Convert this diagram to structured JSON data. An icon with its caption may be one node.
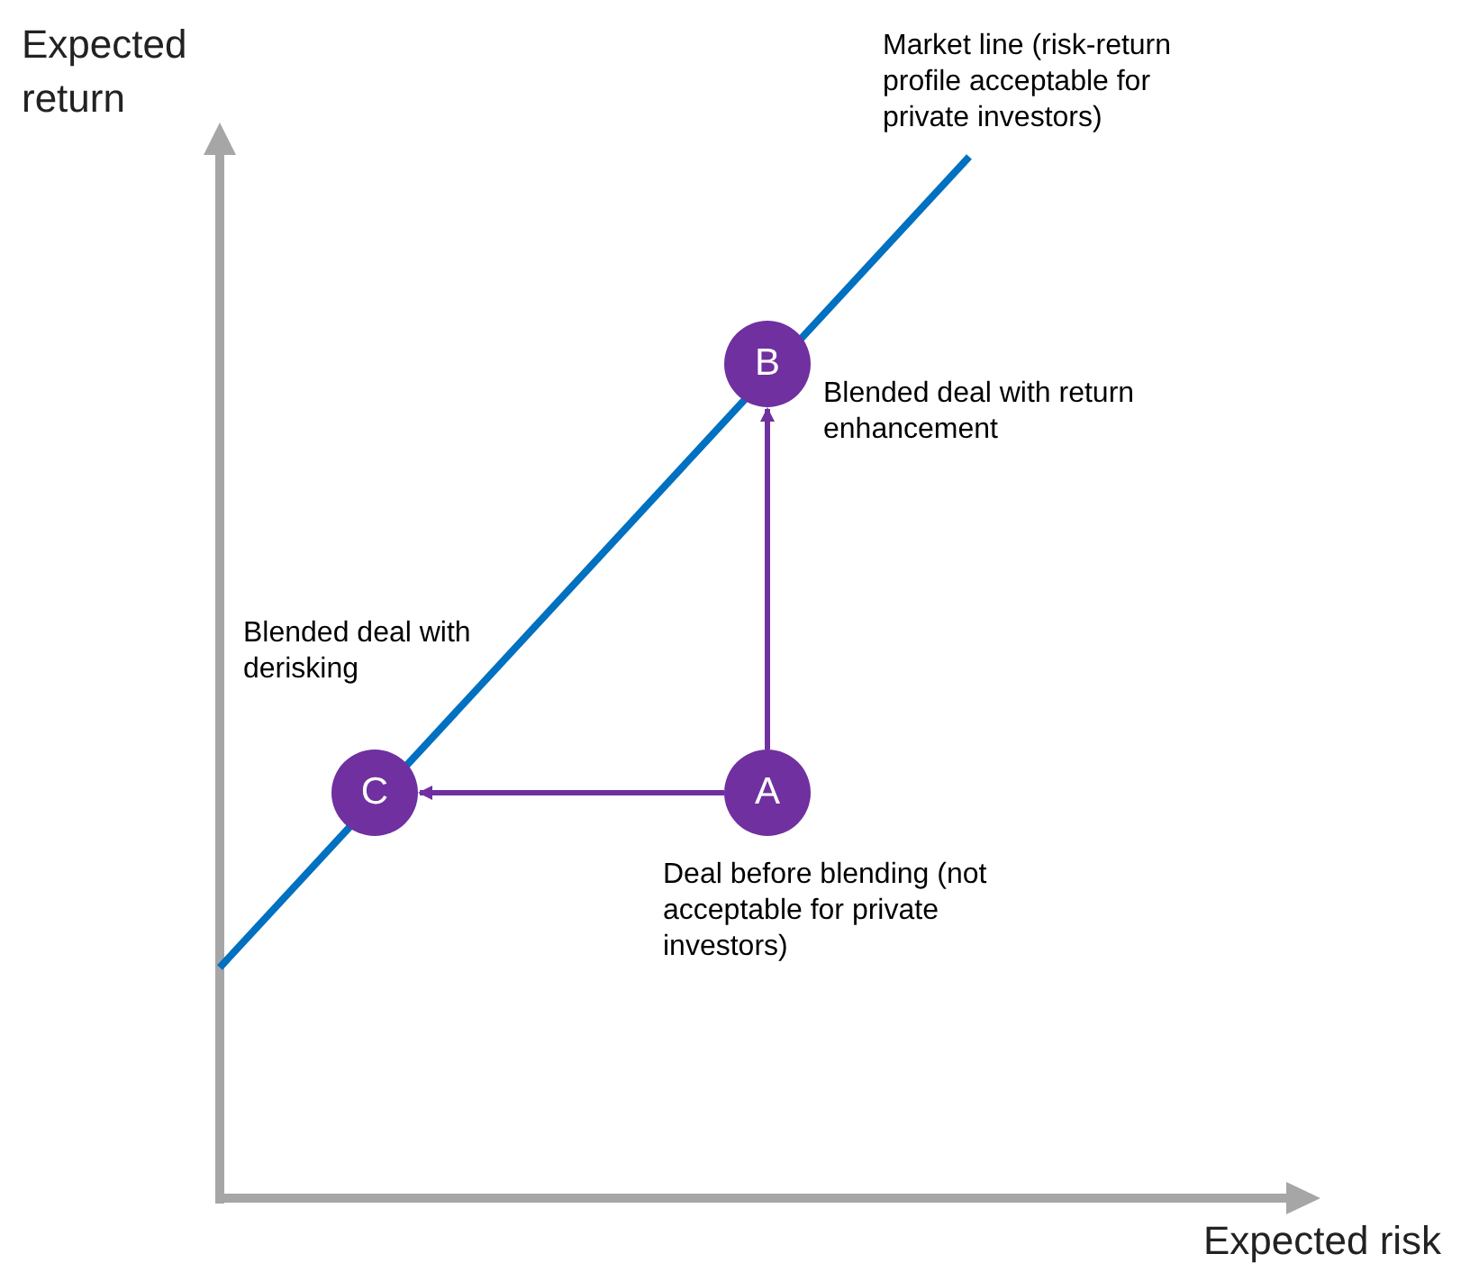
{
  "diagram": {
    "nodes": [
      {
        "text": [
          "B"
        ],
        "beside": [
          "Blended deal with return enhancement"
        ]
      },
      {
        "text": [
          "C"
        ],
        "beside": [
          "Blended deal with derisking"
        ]
      },
      {
        "text": [
          "A"
        ],
        "beside": [
          "Deal before blending (not acceptable for private investors)"
        ]
      }
    ],
    "edges": [
      {
        "from": 2,
        "to": 0,
        "arrow": "to"
      },
      {
        "from": 2,
        "to": 1,
        "arrow": "to"
      }
    ],
    "labels": [
      "Expected return",
      "Market line (risk-return profile acceptable for private investors)",
      "Expected risk"
    ]
  }
}
